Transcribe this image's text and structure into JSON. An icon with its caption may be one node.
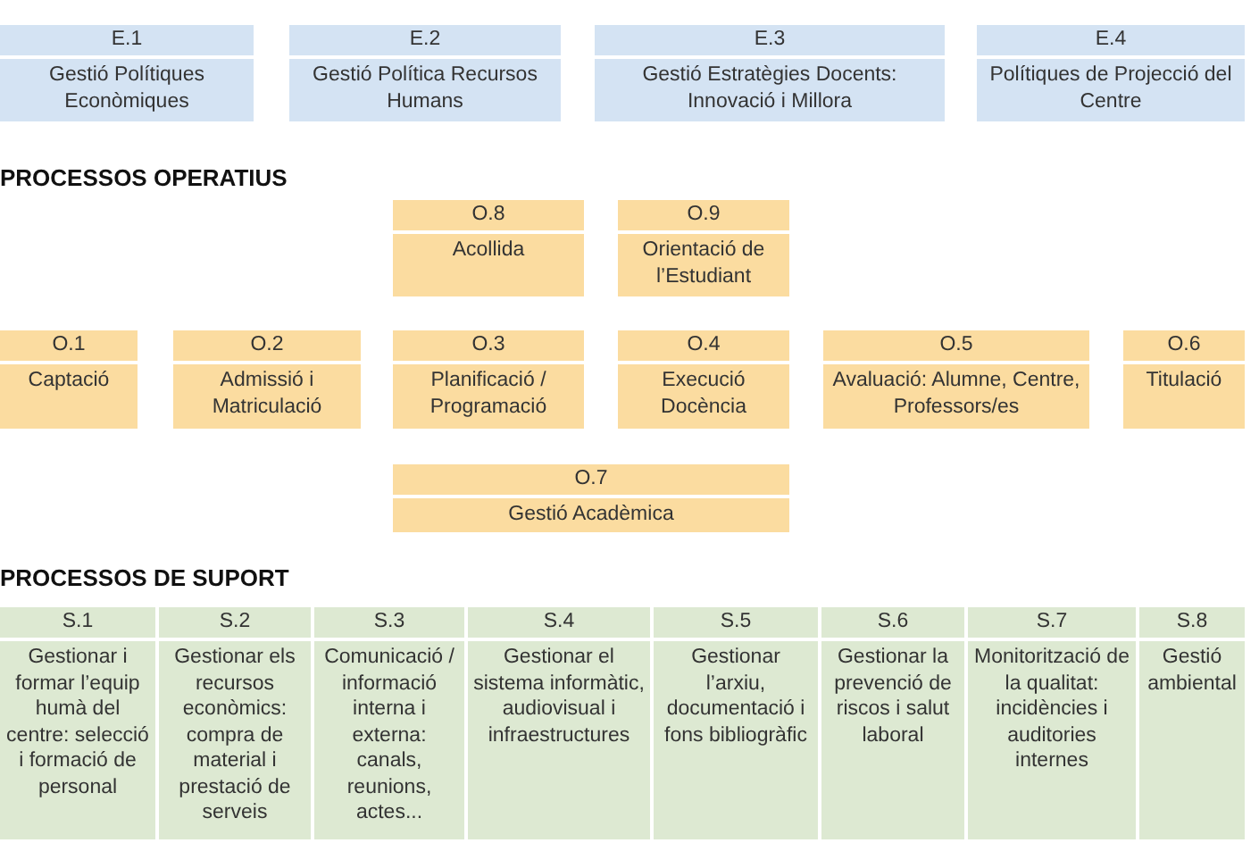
{
  "diagram": {
    "nodes": [
      {
        "text": [
          "E.1",
          "Gestió Polítiques Econòmiques"
        ]
      },
      {
        "text": [
          "E.2",
          "Gestió Política Recursos Humans"
        ]
      },
      {
        "text": [
          "E.3",
          "Gestió Estratègies Docents: Innovació i Millora"
        ]
      },
      {
        "text": [
          "E.4",
          "Polítiques de Projecció del Centre"
        ]
      },
      {
        "text": [
          "O.8",
          "Acollida"
        ]
      },
      {
        "text": [
          "O.9",
          "Orientació de l’Estudiant"
        ]
      },
      {
        "text": [
          "O.1",
          "Captació"
        ]
      },
      {
        "text": [
          "O.2",
          "Admissió i Matriculació"
        ]
      },
      {
        "text": [
          "O.3",
          "Planificació / Programació"
        ]
      },
      {
        "text": [
          "O.4",
          "Execució Docència"
        ]
      },
      {
        "text": [
          "O.5",
          "Avaluació: Alumne, Centre, Professors/es"
        ]
      },
      {
        "text": [
          "O.6",
          "Titulació"
        ]
      },
      {
        "text": [
          "O.7",
          "Gestió Acadèmica"
        ]
      },
      {
        "text": [
          "S.1",
          "Gestionar i formar l’equip humà del centre: selecció i formació de personal"
        ]
      },
      {
        "text": [
          "S.2",
          "Gestionar els recursos econòmics: compra de material i prestació de serveis"
        ]
      },
      {
        "text": [
          "S.3",
          "Comunicació / informació interna i externa: canals, reunions, actes..."
        ]
      },
      {
        "text": [
          "S.4",
          "Gestionar el sistema informàtic, audiovisual i infraestructures"
        ]
      },
      {
        "text": [
          "S.5",
          "Gestionar l’arxiu, documentació i fons bibliogràfic"
        ]
      },
      {
        "text": [
          "S.6",
          "Gestionar la prevenció de riscos i salut laboral"
        ]
      },
      {
        "text": [
          "S.7",
          "Monitorització de la qualitat: incidències i auditories internes"
        ]
      },
      {
        "text": [
          "S.8",
          "Gestió ambiental"
        ]
      }
    ],
    "edges": [],
    "labels": [
      "PROCESSOS OPERATIUS",
      "PROCESSOS DE SUPORT"
    ]
  }
}
